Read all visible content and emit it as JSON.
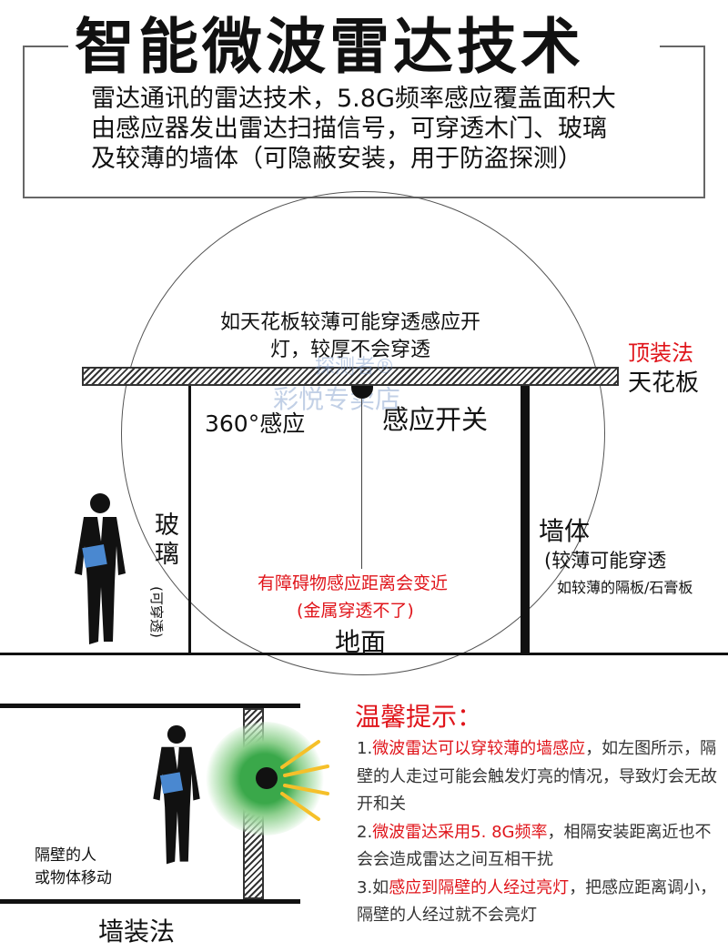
{
  "title": "智能微波雷达技术",
  "intro": [
    "雷达通讯的雷达技术，5.8G频率感应覆盖面积大",
    "由感应器发出雷达扫描信号，可穿透木门、玻璃",
    "及较薄的墙体（可隐蔽安装，用于防盗探测）"
  ],
  "ceiling_install": {
    "note": [
      "如天花板较薄可能穿透感应开",
      "灯，较厚不会穿透"
    ],
    "method": "顶装法",
    "ceiling": "天花板",
    "sense360": "360°感应",
    "switch": "感应开关",
    "glass": "玻璃",
    "glass_note": "(可穿透)",
    "wall": "墙体",
    "wall_note": "(较薄可能穿透",
    "wall_example": "如较薄的隔板/石膏板",
    "obstacle": "有障碍物感应距离会变近",
    "metal": "(金属穿透不了)",
    "ground": "地面"
  },
  "watermark": [
    "探测者®",
    "彩悦专卖店"
  ],
  "wall_install": {
    "person_label": [
      "隔壁的人",
      "或物体移动"
    ],
    "method": "墙装法"
  },
  "tips": {
    "title": "温馨提示：",
    "items": [
      {
        "prefix": "1.",
        "highlight": "微波雷达可以穿较薄的墙感应",
        "rest": "，如左图所示，隔壁的人走过可能会触发灯亮的情况，导致灯会无故开和关"
      },
      {
        "prefix": "2.",
        "highlight": "微波雷达采用5. 8G频率",
        "rest": "，相隔安装距离近也不会会造成雷达之间互相干扰"
      },
      {
        "prefix": "3.如",
        "highlight": "感应到隔壁的人经过亮灯",
        "rest": "，把感应距离调小，隔壁的人经过就不会亮灯"
      }
    ]
  },
  "colors": {
    "accent": "#e0151b",
    "glow": "#3aa84a",
    "rays": "#f5c02a"
  }
}
